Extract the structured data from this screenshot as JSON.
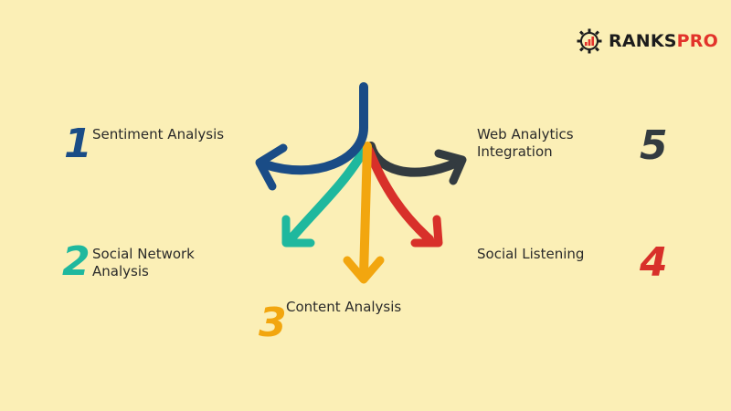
{
  "logo": {
    "part1": "RANKS",
    "part2": "PRO",
    "icon": "gear-bar-chart-icon",
    "text_color": "#1c1c1c",
    "accent_color": "#e2332b"
  },
  "diagram": {
    "background": "#fbefb6",
    "steps": [
      {
        "number": "1",
        "label": "Sentiment Analysis",
        "color": "#1a4c86"
      },
      {
        "number": "2",
        "label": "Social Network Analysis",
        "color": "#1fb89e"
      },
      {
        "number": "3",
        "label": "Content Analysis",
        "color": "#f2a60f"
      },
      {
        "number": "4",
        "label": "Social Listening",
        "color": "#d8302a"
      },
      {
        "number": "5",
        "label": "Web Analytics Integration",
        "color": "#333b40"
      }
    ]
  }
}
